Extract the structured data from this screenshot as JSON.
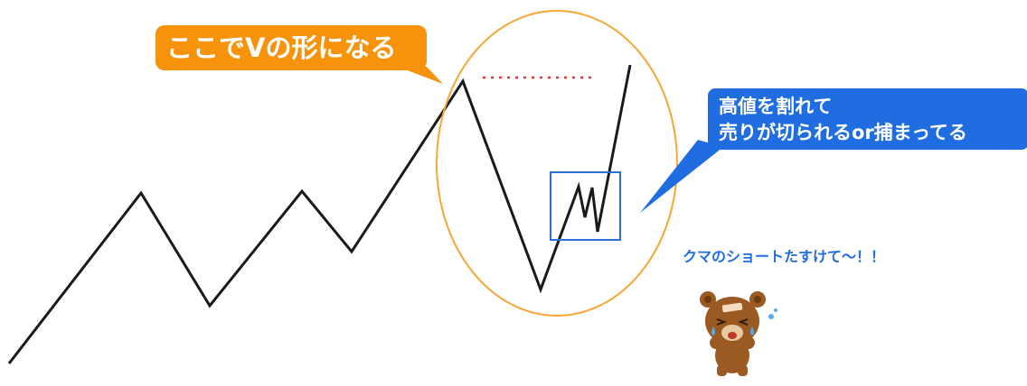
{
  "callouts": {
    "v_shape": "ここでVの形になる",
    "break_line1": "高値を割れて",
    "break_line2": "売りが切られるor捕まってる"
  },
  "caption": "クマのショートたすけて～！！",
  "colors": {
    "price_line": "#1a1a1a",
    "orange_callout": "#f7930a",
    "circle_outline": "#f7a535",
    "blue_callout": "#1f6de0",
    "box_outline": "#2b6fd6",
    "resistance_dots": "#e53935",
    "caption_text": "#1f6de0",
    "bear_fur": "#9a5a22"
  },
  "icons": {
    "mascot": "crying-bear-icon"
  }
}
